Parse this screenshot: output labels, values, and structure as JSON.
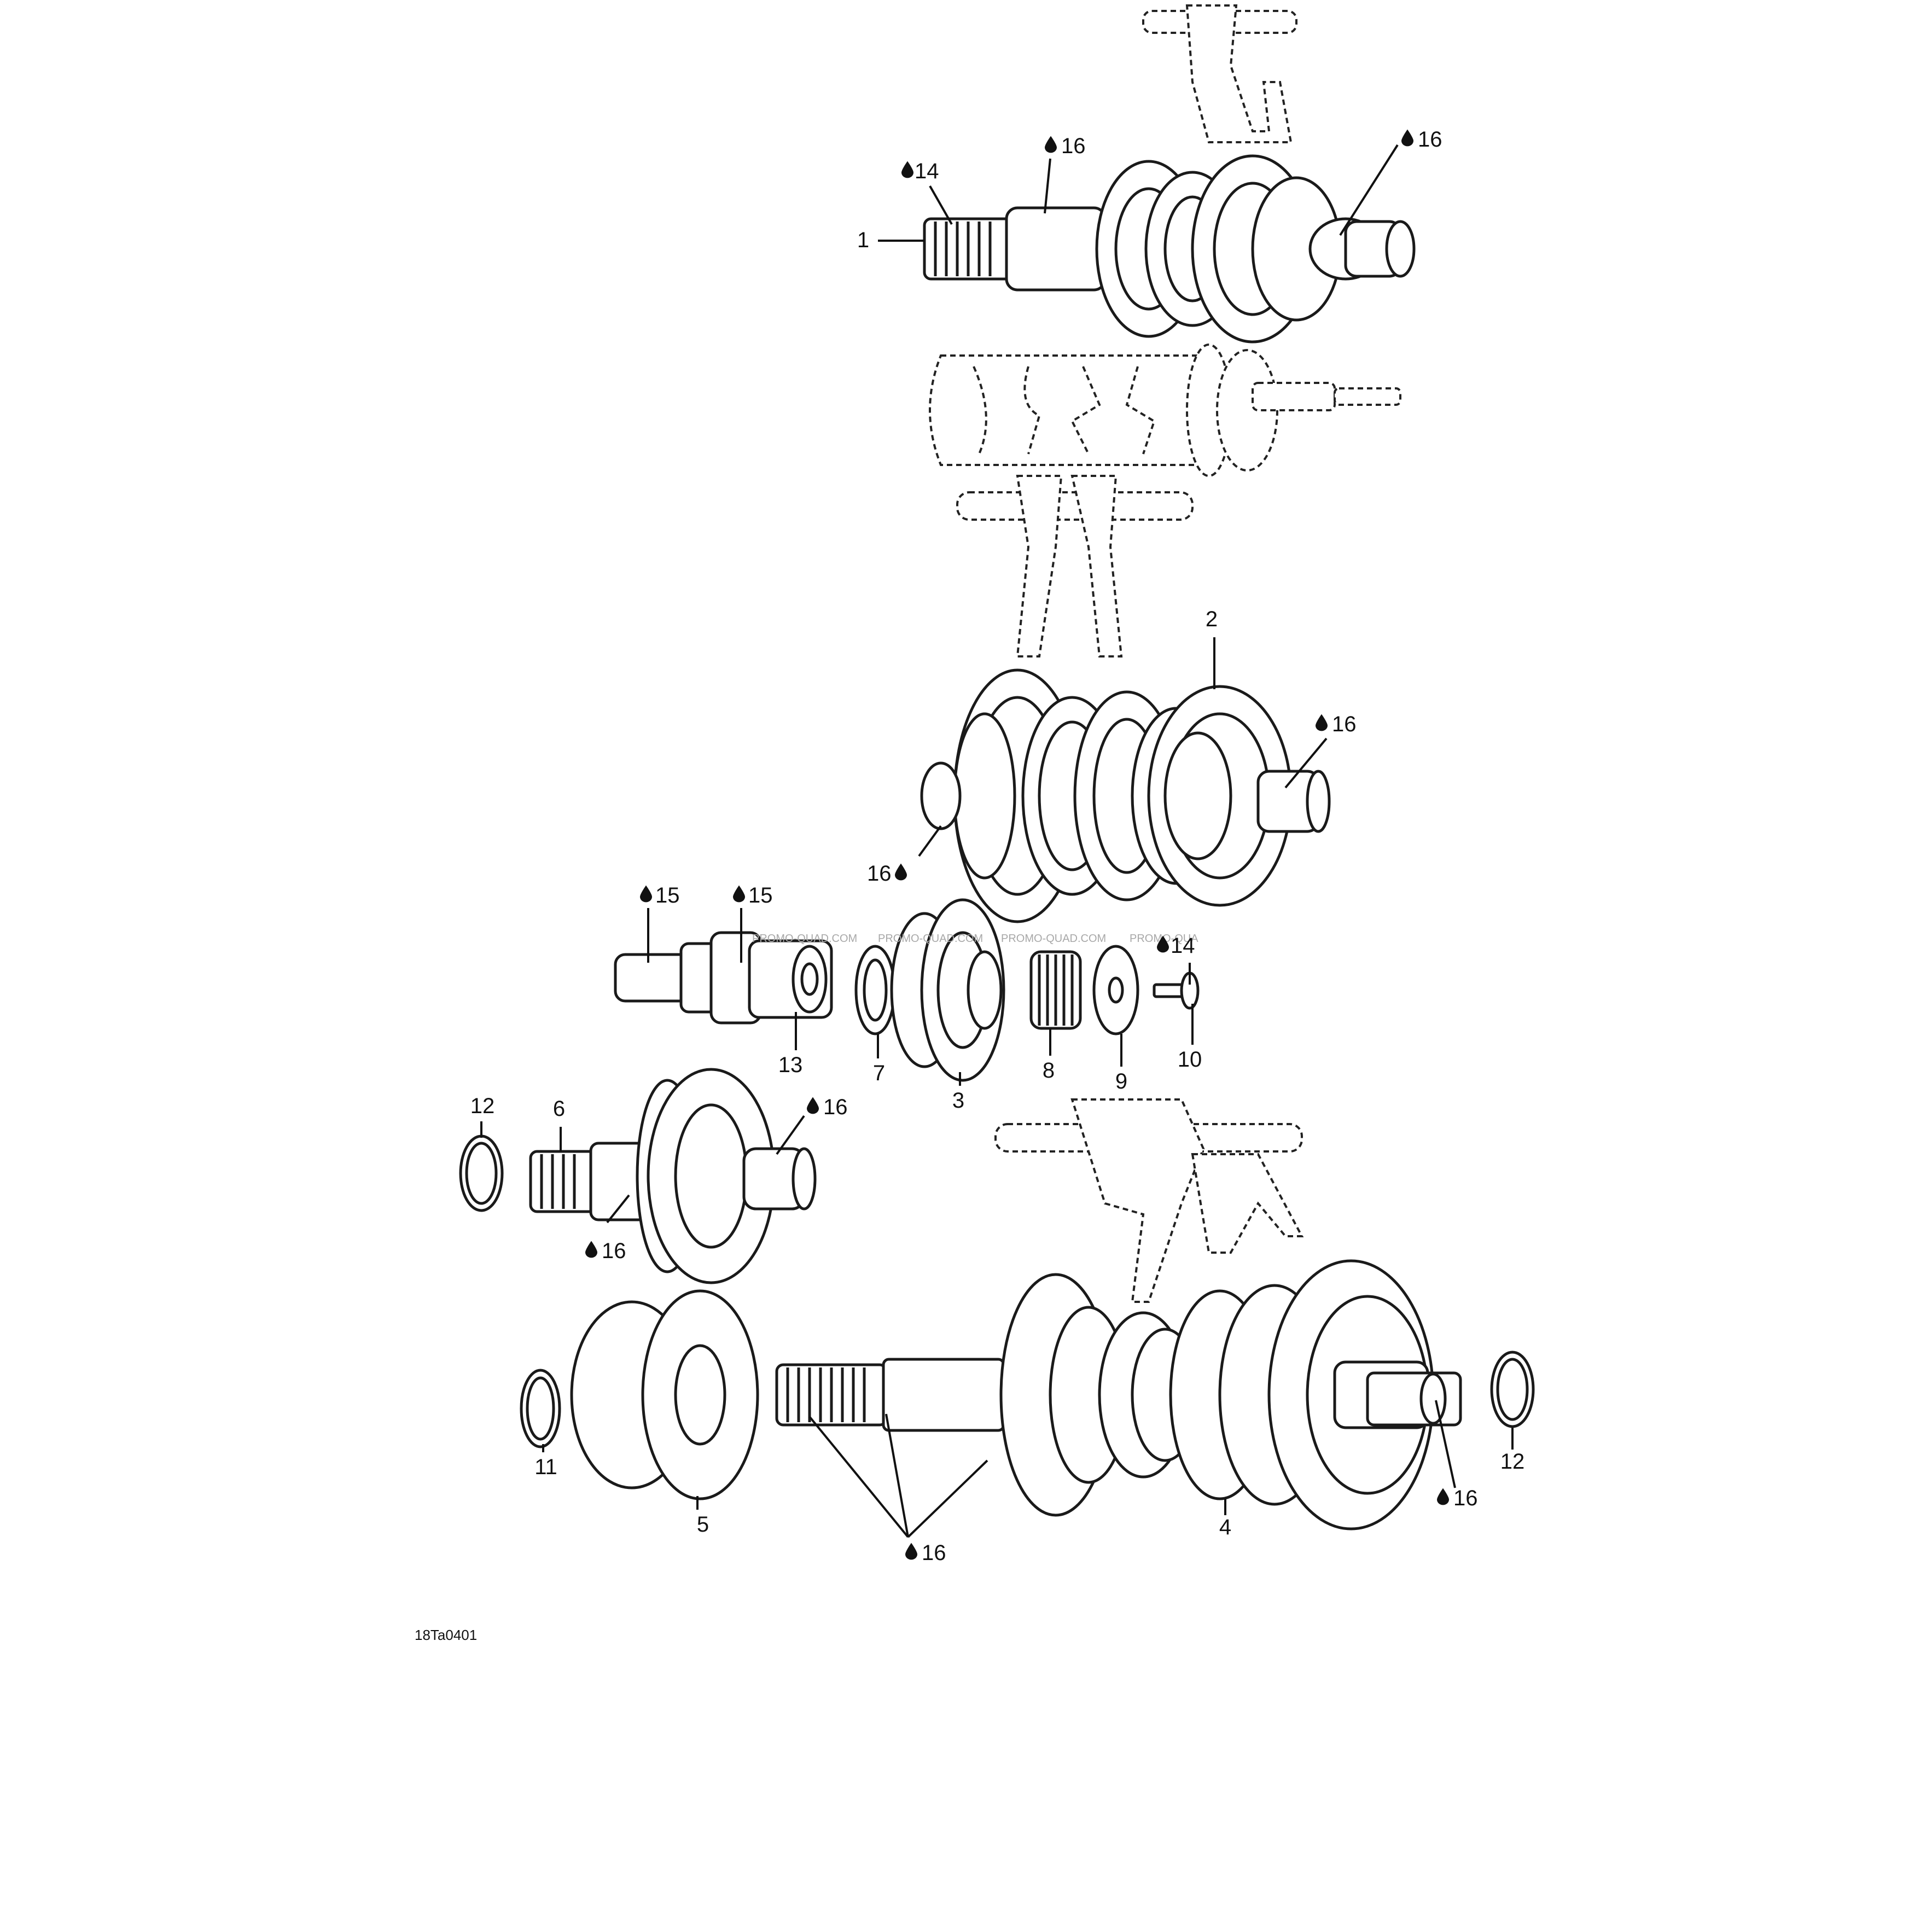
{
  "diagram": {
    "reference_code": "18Ta0401",
    "watermark": [
      "PROMO-QUAD.COM",
      "PROMO-QUAD.COM",
      "PROMO-QUAD.COM",
      "PROMO-QUA"
    ],
    "callouts": {
      "c1": "1",
      "c2": "2",
      "c3": "3",
      "c4": "4",
      "c5": "5",
      "c6": "6",
      "c7": "7",
      "c8": "8",
      "c9": "9",
      "c10": "10",
      "c11": "11",
      "c12a": "12",
      "c12b": "12",
      "c13": "13"
    },
    "lubrication_marks": {
      "l14a": "14",
      "l16a": "16",
      "l16b": "16",
      "l16c": "16",
      "l16d": "16",
      "l15a": "15",
      "l15b": "15",
      "l14b": "14",
      "l16e": "16",
      "l16f": "16",
      "l16g": "16",
      "l16h": "16"
    },
    "icons": {
      "lubricant": "oil-drop-icon"
    }
  }
}
